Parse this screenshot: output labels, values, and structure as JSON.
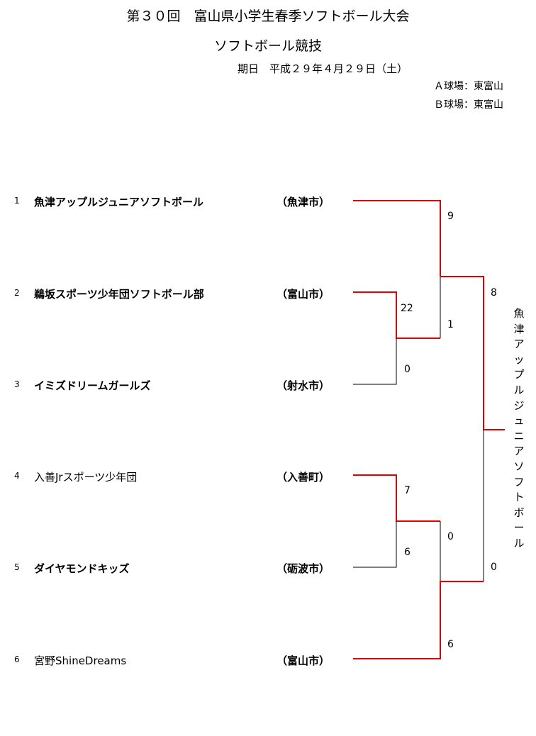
{
  "header": {
    "title": "第３０回　富山県小学生春季ソフトボール大会",
    "subtitle": "ソフトボール競技",
    "date": "期日　平成２９年４月２９日（土）",
    "venue_a": "Ａ球場：東富山",
    "venue_b": "Ｂ球場：東富山"
  },
  "teams": [
    {
      "seed": "1",
      "name": "魚津アップルジュニアソフトボール",
      "city": "（魚津市）"
    },
    {
      "seed": "2",
      "name": "鵜坂スポーツ少年団ソフトボール部",
      "city": "（富山市）"
    },
    {
      "seed": "3",
      "name": "イミズドリームガールズ",
      "city": "（射水市）"
    },
    {
      "seed": "4",
      "name": "入善Jrスポーツ少年団",
      "city": "（入善町）"
    },
    {
      "seed": "5",
      "name": "ダイヤモンドキッズ",
      "city": "（砺波市）"
    },
    {
      "seed": "6",
      "name": "宮野ShineDreams",
      "city": "（富山市）"
    }
  ],
  "scores": {
    "r1_top_team2": "22",
    "r1_top_team3": "0",
    "r1_bot_team4": "7",
    "r1_bot_team5": "6",
    "sf_top_team1": "9",
    "sf_top_winner": "1",
    "sf_bot_winner": "0",
    "sf_bot_team6": "6",
    "final_top": "8",
    "final_bot": "0"
  },
  "champion": "魚津アップルジュニアソフトボール",
  "colors": {
    "winner_line": "#e00000",
    "loser_line": "#000000"
  }
}
